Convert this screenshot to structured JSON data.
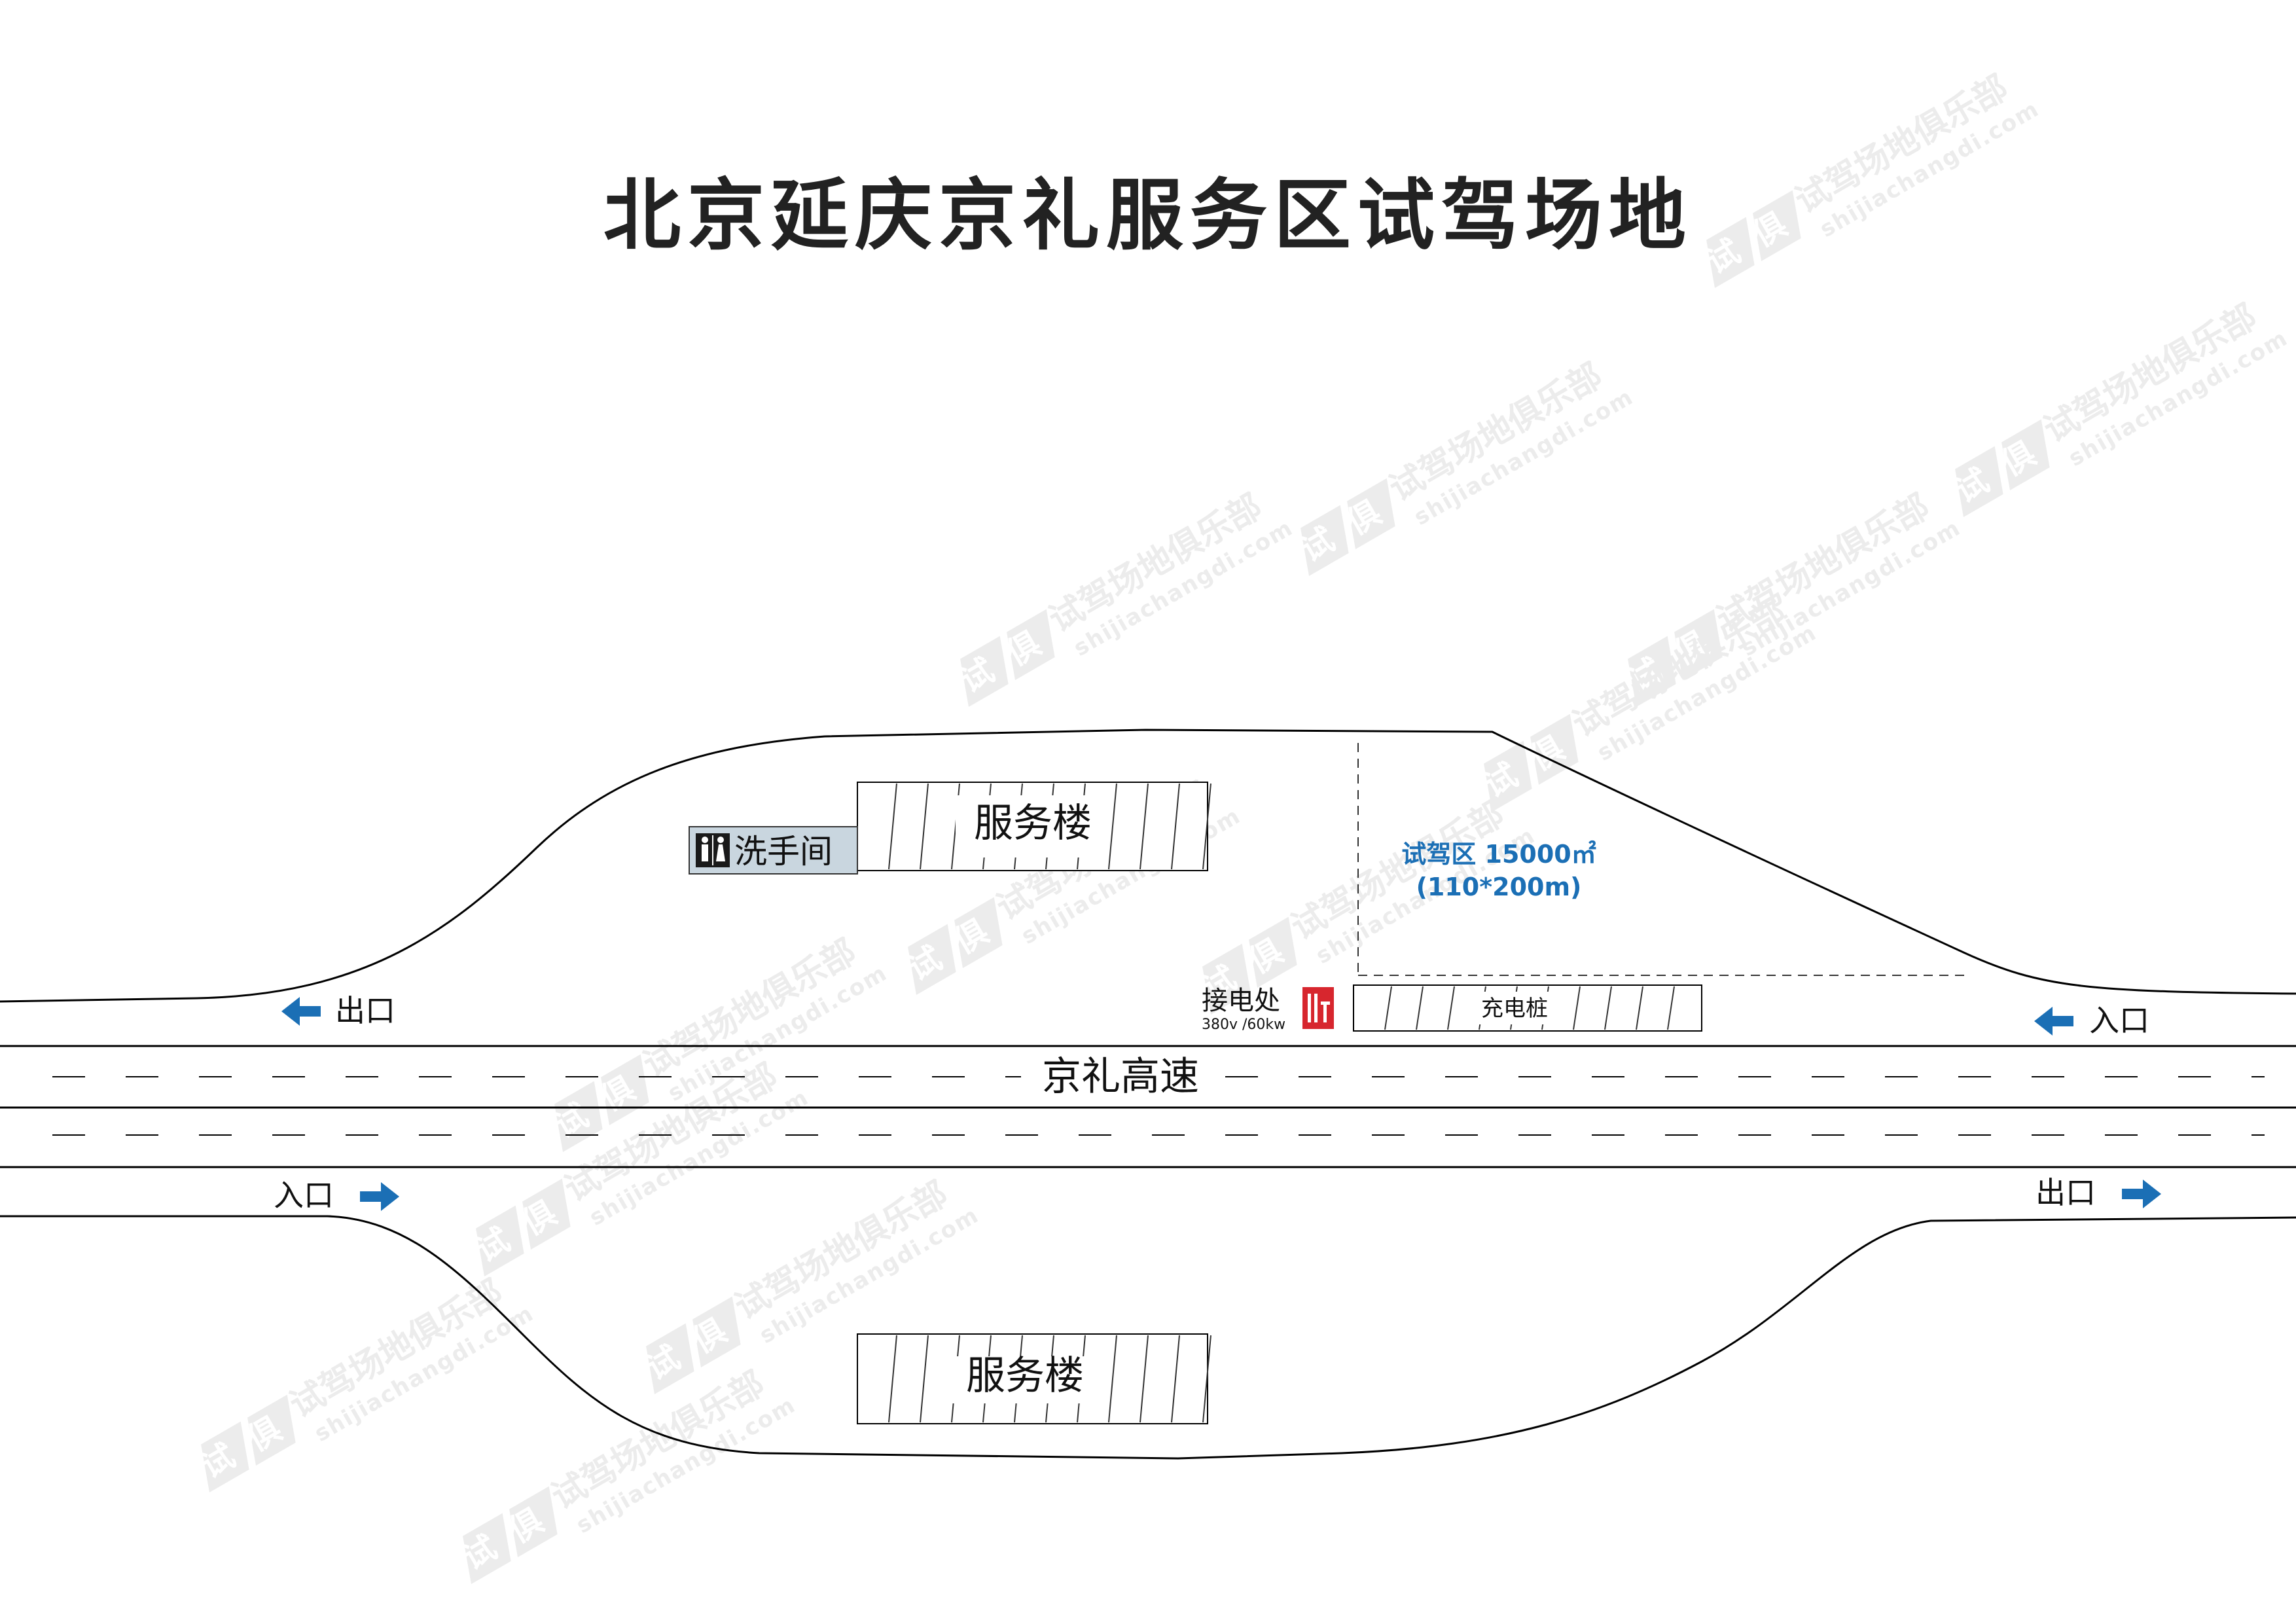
{
  "title": "北京延庆京礼服务区试驾场地",
  "highway": {
    "label": "京礼高速"
  },
  "service_building_north": {
    "label": "服务楼"
  },
  "service_building_south": {
    "label": "服务楼"
  },
  "restroom": {
    "label": "洗手间",
    "icon": "restroom-icon"
  },
  "test_drive_area": {
    "label": "试驾区 15000㎡",
    "dimensions": "(110*200m)",
    "color": "#1b6fb5"
  },
  "power_connection": {
    "label": "接电处",
    "spec": "380v /60kw",
    "icon_color": "#d7262e"
  },
  "charging_station": {
    "label": "充电桩"
  },
  "markers": {
    "north_exit": "出口",
    "north_entrance": "入口",
    "south_entrance": "入口",
    "south_exit": "出口"
  },
  "arrow_color": "#1b6fb5",
  "watermark": {
    "brand": "试驾场地俱乐部",
    "url": "shijiachangdi.com",
    "logo_chars": [
      "试",
      "俱"
    ]
  }
}
